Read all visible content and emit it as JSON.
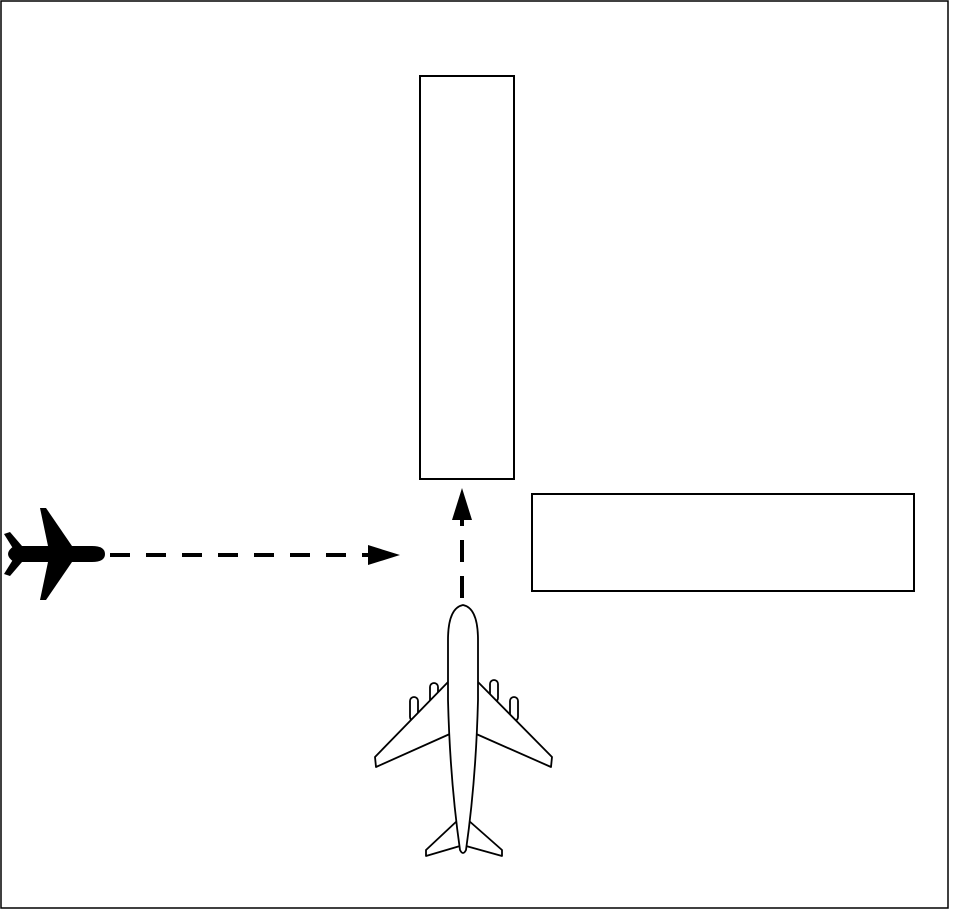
{
  "diagram": {
    "type": "runway-incursion-illustration",
    "elements": [
      {
        "name": "vertical-runway",
        "kind": "rectangle"
      },
      {
        "name": "horizontal-runway",
        "kind": "rectangle"
      },
      {
        "name": "jet-airplane-icon",
        "kind": "icon",
        "direction": "east",
        "style": "solid"
      },
      {
        "name": "wide-body-airplane-icon",
        "kind": "icon",
        "direction": "north",
        "style": "outline"
      },
      {
        "name": "eastbound-path-arrow",
        "kind": "dashed-arrow",
        "direction": "east"
      },
      {
        "name": "northbound-path-arrow",
        "kind": "dashed-arrow",
        "direction": "north"
      }
    ],
    "colors": {
      "stroke": "#000000",
      "background": "#ffffff",
      "solid-plane": "#000000"
    }
  }
}
